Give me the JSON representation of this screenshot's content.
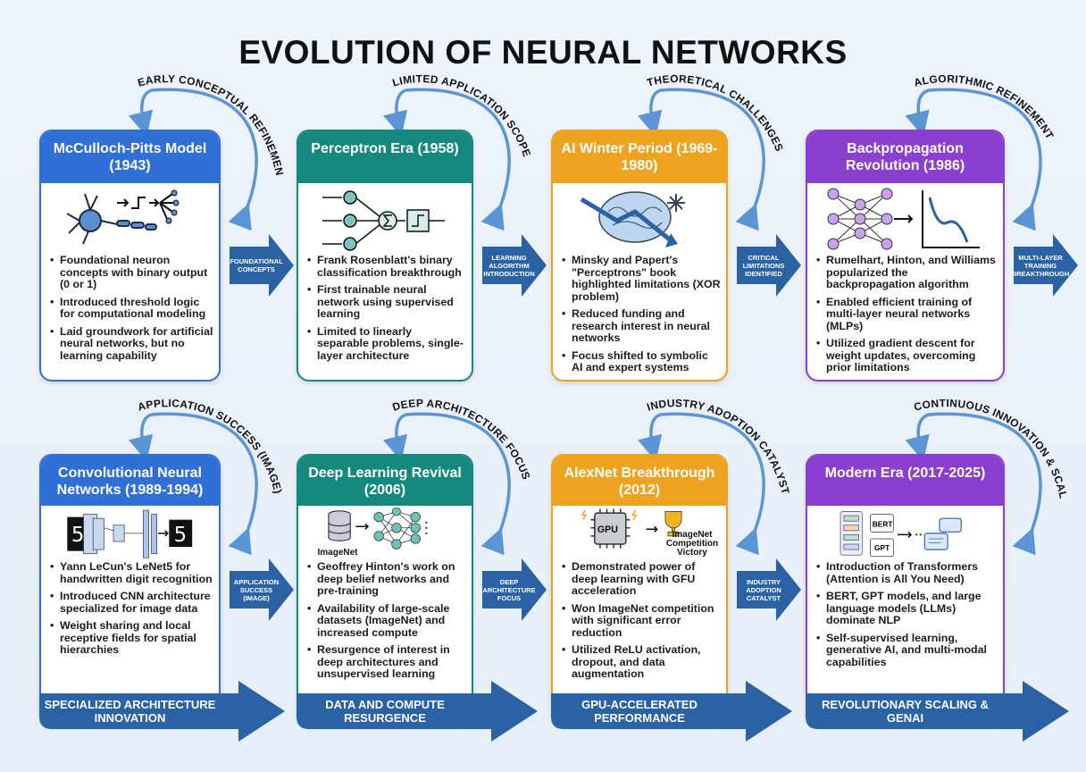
{
  "title": "EVOLUTION OF NEURAL NETWORKS",
  "colors": {
    "blue": "#2f6fd6",
    "teal": "#16897f",
    "orange": "#eda220",
    "purple": "#8a3fd1",
    "arrow": "#2a62a3",
    "arc": "#5b95d6"
  },
  "cards": [
    {
      "title": "McCulloch-Pitts Model (1943)",
      "arc_label": "EARLY CONCEPTUAL REFINEMENT",
      "icon": "neuron-threshold-icon",
      "bullets": [
        "Foundational neuron concepts with binary output (0 or 1)",
        "Introduced threshold logic for computational modeling",
        "Laid groundwork for artificial neural networks, but no learning capability"
      ],
      "connector": "FOUNDATIONAL CONCEPTS"
    },
    {
      "title": "Perceptron Era (1958)",
      "arc_label": "LIMITED APPLICATION SCOPE",
      "icon": "perceptron-diagram-icon",
      "bullets": [
        "Frank Rosenblatt's binary classification breakthrough",
        "First trainable neural network using supervised learning",
        "Limited to linearly separable problems, single-layer architecture"
      ],
      "connector": "LEARNING ALGORITHM INTRODUCTION"
    },
    {
      "title": "AI Winter Period (1969-1980)",
      "arc_label": "THEORETICAL CHALLENGES",
      "icon": "frozen-brain-decline-icon",
      "bullets": [
        "Minsky and Papert's \"Perceptrons\" book highlighted limitations (XOR problem)",
        "Reduced funding and research interest in neural networks",
        "Focus shifted to symbolic AI and expert systems"
      ],
      "connector": "CRITICAL LIMITATIONS IDENTIFIED"
    },
    {
      "title": "Backpropagation Revolution (1986)",
      "arc_label": "ALGORITHMIC REFINEMENT",
      "icon": "multilayer-network-loss-curve-icon",
      "bullets": [
        "Rumelhart, Hinton, and Williams popularized the backpropagation algorithm",
        "Enabled efficient training of multi-layer neural networks (MLPs)",
        "Utilized gradient descent for weight updates, overcoming prior limitations"
      ],
      "connector": "MULTI-LAYER TRAINING BREAKTHROUGH"
    },
    {
      "title": "Convolutional Neural Networks (1989-1994)",
      "arc_label": "APPLICATION SUCCESS (IMAGE)",
      "icon": "cnn-digit-icon",
      "bullets": [
        "Yann LeCun's LeNet5 for handwritten digit recognition",
        "Introduced CNN architecture specialized for image data",
        "Weight sharing and local receptive fields for spatial hierarchies"
      ],
      "connector": "APPLICATION SUCCESS (IMAGE)",
      "banner": "SPECIALIZED ARCHITECTURE INNOVATION",
      "icon_text": [
        "5",
        "5"
      ]
    },
    {
      "title": "Deep Learning Revival (2006)",
      "arc_label": "DEEP ARCHITECTURE FOCUS",
      "icon": "database-deep-network-icon",
      "bullets": [
        "Geoffrey Hinton's work on deep belief networks and pre-training",
        "Availability of large-scale datasets (ImageNet) and increased compute",
        "Resurgence of interest in deep architectures and unsupervised learning"
      ],
      "connector": "DEEP ARCHITECTURE FOCUS",
      "banner": "DATA AND COMPUTE RESURGENCE",
      "icon_caption": "ImageNet"
    },
    {
      "title": "AlexNet Breakthrough (2012)",
      "arc_label": "INDUSTRY ADOPTION CATALYST",
      "icon": "gpu-trophy-icon",
      "bullets": [
        "Demonstrated power of deep learning with GFU acceleration",
        "Won ImageNet competition with significant error reduction",
        "Utilized ReLU activation, dropout, and data augmentation"
      ],
      "connector": "INDUSTRY ADOPTION CATALYST",
      "banner": "GPU-ACCELERATED PERFORMANCE",
      "icon_text": [
        "GPU"
      ],
      "icon_caption": "ImageNet Competition Victory"
    },
    {
      "title": "Modern Era (2017-2025)",
      "arc_label": "CONTINUOUS INNOVATION & SCALING",
      "icon": "transformer-chat-icon",
      "bullets": [
        "Introduction of Transformers (Attention is All You Need)",
        "BERT, GPT models, and large language models (LLMs) dominate NLP",
        "Self-supervised learning, generative AI, and multi-modal capabilities"
      ],
      "banner": "REVOLUTIONARY SCALING & GENAI",
      "icon_text": [
        "BERT",
        "GPT"
      ]
    }
  ]
}
